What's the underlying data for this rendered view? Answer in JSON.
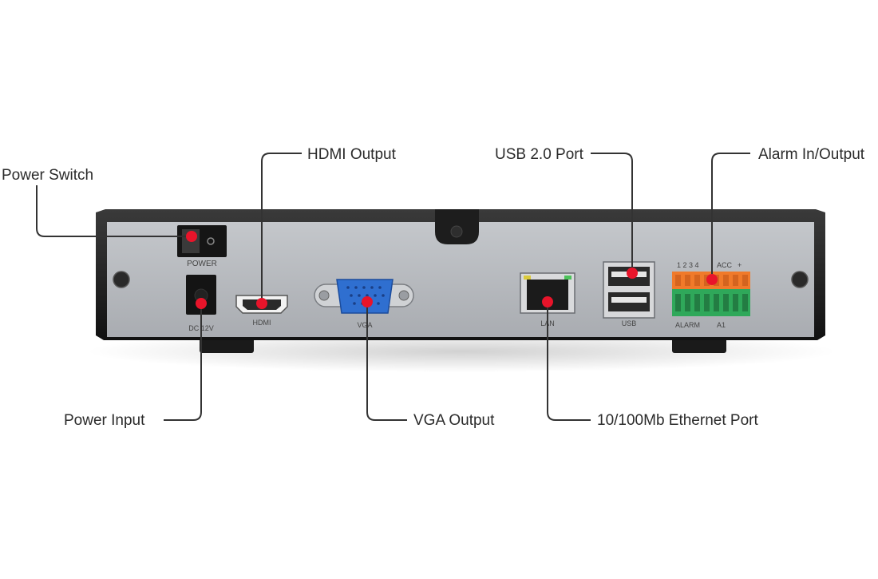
{
  "callouts": {
    "power_switch": "Power Switch",
    "hdmi_output": "HDMI Output",
    "usb_port": "USB 2.0 Port",
    "alarm_io": "Alarm In/Output",
    "power_input": "Power Input",
    "vga_output": "VGA Output",
    "ethernet_port": "10/100Mb Ethernet Port"
  },
  "port_labels": {
    "power": "POWER",
    "dc": "DC 12V",
    "hdmi": "HDMI",
    "vga": "VGA",
    "lan": "LAN",
    "usb": "USB",
    "alarm_top_numbers": "1 2 3 4",
    "alarm_top_acc": "ACC",
    "alarm_top_plus": "+",
    "alarm_bottom_left": "ALARM",
    "alarm_bottom_right": "A1"
  },
  "colors": {
    "marker": "#e8142a",
    "leader": "#333333",
    "chassis": "#1b1b1b",
    "panel": "#b9bcc0",
    "vga": "#2f6fd0",
    "terminal_orange": "#f07a2a",
    "terminal_green": "#2fa85a"
  }
}
